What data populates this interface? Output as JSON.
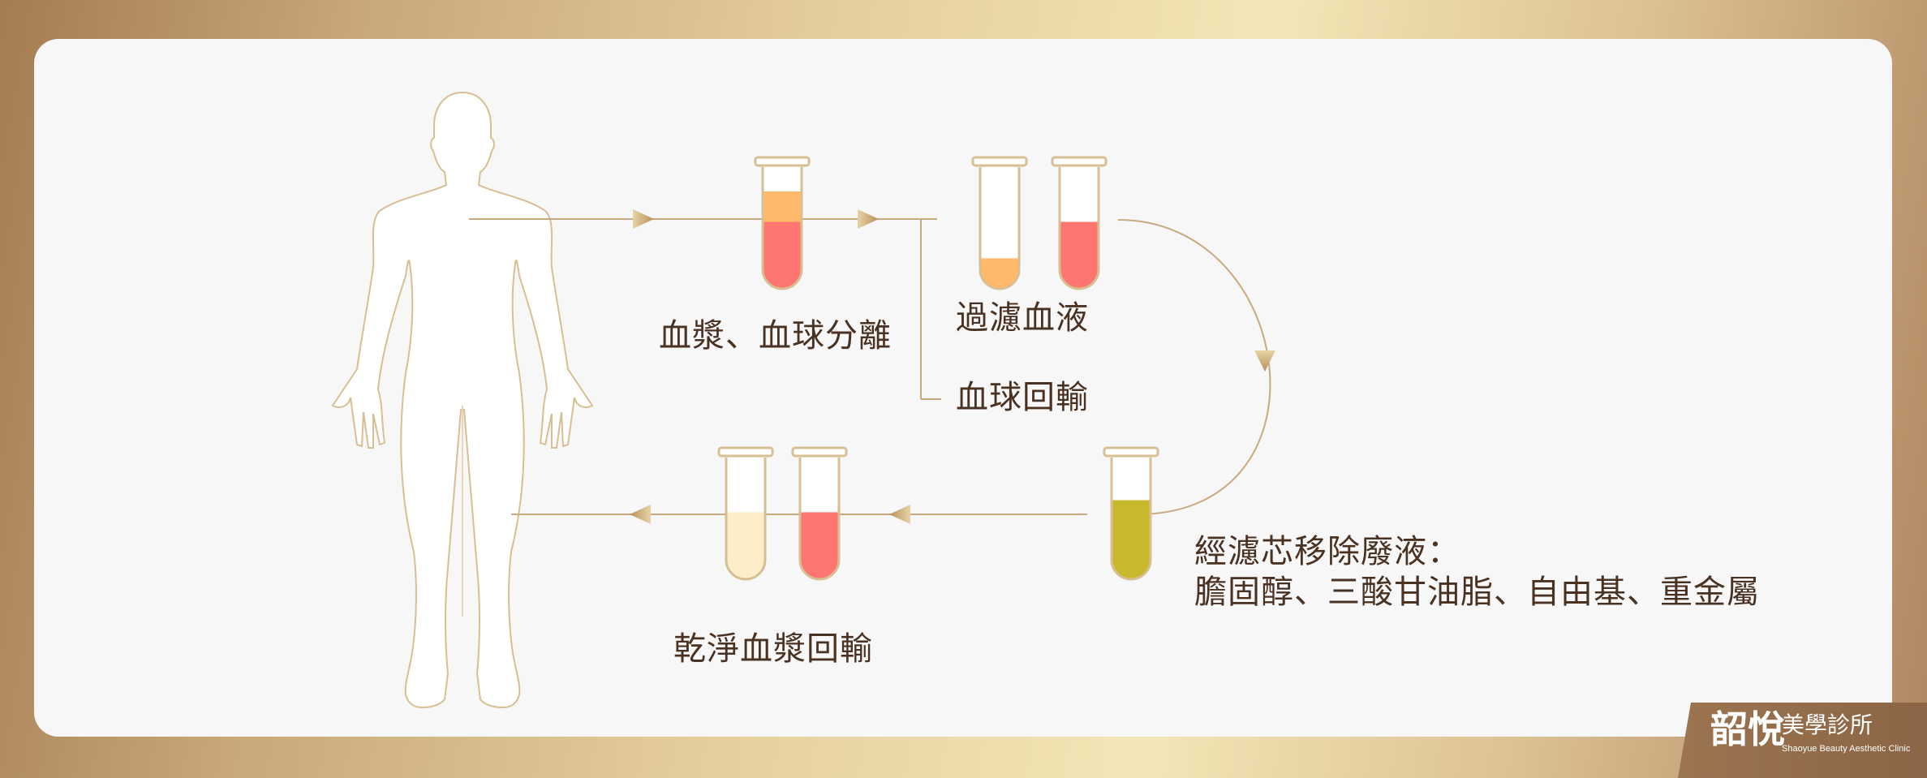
{
  "labels": {
    "separation": "血漿、血球分離",
    "filter_blood": "過濾血液",
    "cell_return": "血球回輸",
    "removal_title": "經濾芯移除廢液：",
    "removal_items": "膽固醇、三酸甘油脂、自由基、重金屬",
    "clean_return": "乾淨血漿回輸"
  },
  "logo": {
    "main": "韶悅",
    "sub": "美學診所",
    "en": "Shaoyue Beauty Aesthetic Clinic"
  },
  "tubes": {
    "separation": {
      "fills": [
        {
          "color": "#ffb968",
          "fraction": 0.25
        },
        {
          "color": "#ff756f",
          "fraction": 0.55
        }
      ]
    },
    "filter_plasma": {
      "fills": [
        {
          "color": "#ffb968",
          "fraction": 0.25
        }
      ]
    },
    "filter_cells": {
      "fills": [
        {
          "color": "#ff756f",
          "fraction": 0.55
        }
      ]
    },
    "waste": {
      "fills": [
        {
          "color": "#c8b92c",
          "fraction": 0.65
        }
      ]
    },
    "clean_plasma": {
      "fills": [
        {
          "color": "#fdedc9",
          "fraction": 0.55
        }
      ]
    },
    "clean_cells": {
      "fills": [
        {
          "color": "#ff756f",
          "fraction": 0.55
        }
      ]
    }
  },
  "colors": {
    "line": "#c8aa7e",
    "outline": "#d8bf93",
    "text": "#4a3222",
    "logo_bg": "#9c7450"
  }
}
